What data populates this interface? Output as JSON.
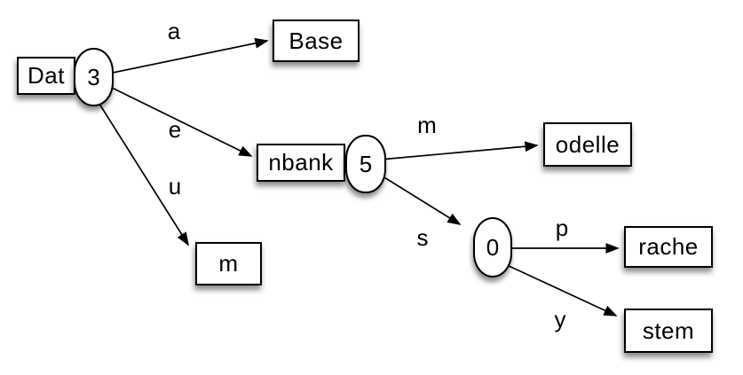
{
  "diagram": {
    "type": "trie-tree",
    "colors": {
      "background": "#ffffff",
      "node_fill": "#ffffff",
      "stroke": "#000000",
      "text": "#000000"
    },
    "nodes": {
      "dat": {
        "label": "Dat",
        "shape": "rect"
      },
      "n3": {
        "label": "3",
        "shape": "oval"
      },
      "base": {
        "label": "Base",
        "shape": "rect"
      },
      "nbank": {
        "label": "nbank",
        "shape": "rect"
      },
      "n5": {
        "label": "5",
        "shape": "oval"
      },
      "odelle": {
        "label": "odelle",
        "shape": "rect"
      },
      "m": {
        "label": "m",
        "shape": "rect"
      },
      "n0": {
        "label": "0",
        "shape": "oval"
      },
      "rache": {
        "label": "rache",
        "shape": "rect"
      },
      "stem": {
        "label": "stem",
        "shape": "rect"
      }
    },
    "edges": {
      "a": {
        "label": "a",
        "from": "n3",
        "to": "base"
      },
      "e": {
        "label": "e",
        "from": "n3",
        "to": "nbank"
      },
      "u": {
        "label": "u",
        "from": "n3",
        "to": "m"
      },
      "m": {
        "label": "m",
        "from": "n5",
        "to": "odelle"
      },
      "s": {
        "label": "s",
        "from": "n5",
        "to": "n0"
      },
      "p": {
        "label": "p",
        "from": "n0",
        "to": "rache"
      },
      "y": {
        "label": "y",
        "from": "n0",
        "to": "stem"
      }
    }
  }
}
